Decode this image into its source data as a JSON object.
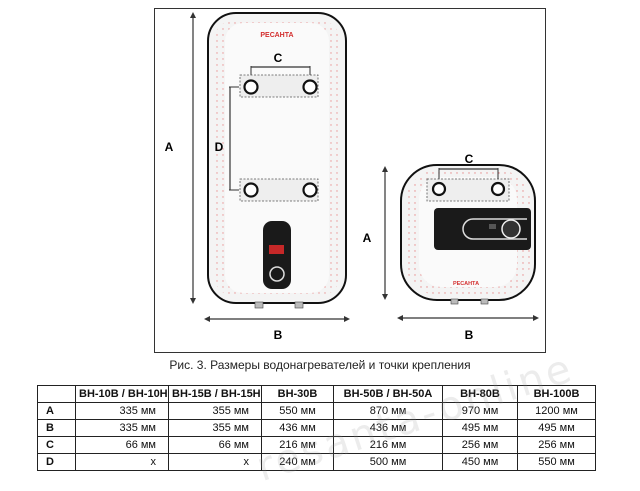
{
  "figure": {
    "brand_label": "РЕСАНТА",
    "left_heater_labels": {
      "a": "A",
      "b": "B",
      "c": "C",
      "d": "D"
    },
    "right_heater_labels": {
      "a": "A",
      "b": "B",
      "c": "C"
    },
    "colors": {
      "body": "#f2f2f2",
      "outline": "#111111",
      "panel": "#1a1a1a",
      "brand": "#d32f2f",
      "display": "#c62828",
      "dimension": "#333333"
    }
  },
  "caption": "Рис. 3. Размеры водонагревателей и точки крепления",
  "table": {
    "headers": [
      "",
      "ВН-10В / ВН-10Н",
      "ВН-15В / ВН-15Н",
      "ВН-30В",
      "ВН-50В / ВН-50А",
      "ВН-80В",
      "ВН-100В"
    ],
    "rows": [
      [
        "A",
        "335 мм",
        "355 мм",
        "550 мм",
        "870 мм",
        "970 мм",
        "1200 мм"
      ],
      [
        "B",
        "335 мм",
        "355 мм",
        "436 мм",
        "436 мм",
        "495 мм",
        "495 мм"
      ],
      [
        "C",
        "66 мм",
        "66 мм",
        "216 мм",
        "216 мм",
        "256 мм",
        "256 мм"
      ],
      [
        "D",
        "x",
        "x",
        "240 мм",
        "500 мм",
        "450 мм",
        "550 мм"
      ]
    ]
  },
  "watermark": "resanta-online"
}
